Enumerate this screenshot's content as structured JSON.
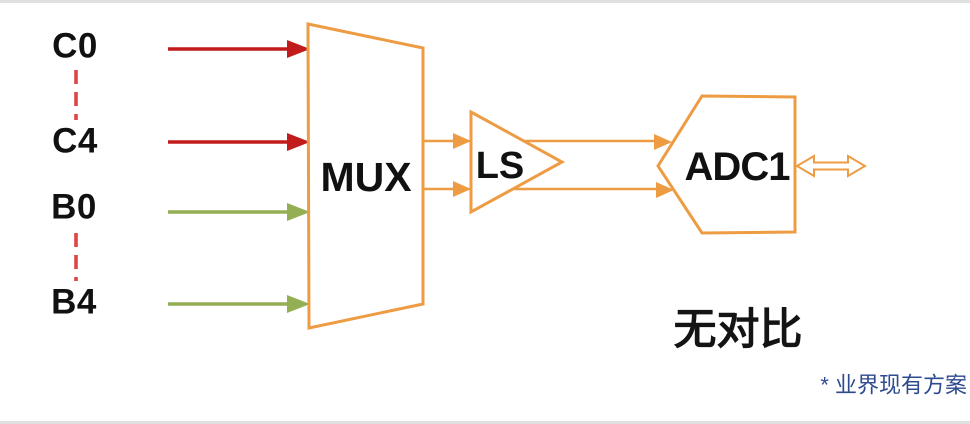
{
  "colors": {
    "orange": "#EE9C44",
    "red": "#C11B1B",
    "dash-red": "#E04545",
    "green": "#94AE53",
    "text": "#111111",
    "footnote-blue": "#2E4B8F",
    "edge-gray": "#E0E0E0"
  },
  "diagram": {
    "inputs": [
      {
        "label": "C0",
        "color": "red"
      },
      {
        "label": "C4",
        "color": "red"
      },
      {
        "label": "B0",
        "color": "green"
      },
      {
        "label": "B4",
        "color": "green"
      }
    ],
    "blocks": {
      "mux_label": "MUX",
      "ls_label": "LS",
      "adc_label": "ADC1"
    },
    "caption": "无对比",
    "footnote": "* 业界现有方案"
  }
}
